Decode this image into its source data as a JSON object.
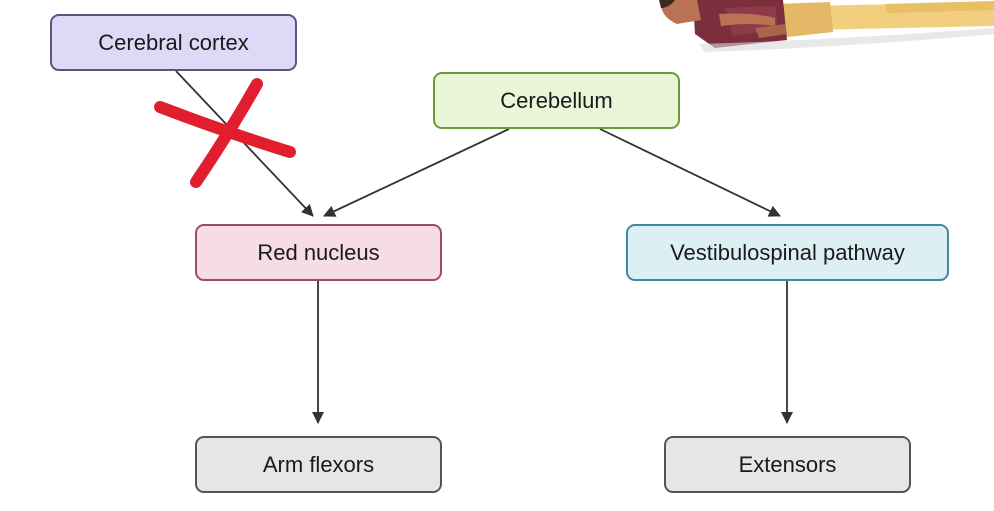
{
  "colors": {
    "edge": "#333333",
    "cross_out": "#e01e2e"
  },
  "icons": {
    "patient": "person-lying-supine-icon",
    "blocked": "red-x-cross-icon"
  },
  "nodes": {
    "cortex": {
      "label": "Cerebral cortex",
      "fill": "#dcdaf6",
      "stroke": "#5a5486"
    },
    "cerebellum": {
      "label": "Cerebellum",
      "fill": "#ebf5d8",
      "stroke": "#6b9a3a"
    },
    "red_nucleus": {
      "label": "Red nucleus",
      "fill": "#f5dce6",
      "stroke": "#9a4d6a"
    },
    "vestibulo": {
      "label": "Vestibulospinal pathway",
      "fill": "#dcf0f4",
      "stroke": "#3f8aa0"
    },
    "arm": {
      "label": "Arm flexors",
      "fill": "#e6e6e6",
      "stroke": "#555555"
    },
    "extensors": {
      "label": "Extensors",
      "fill": "#e6e6e6",
      "stroke": "#555555"
    }
  },
  "edges": [
    {
      "from": "cortex",
      "to": "red_nucleus",
      "blocked": true
    },
    {
      "from": "cerebellum",
      "to": "red_nucleus",
      "blocked": false
    },
    {
      "from": "cerebellum",
      "to": "vestibulo",
      "blocked": false
    },
    {
      "from": "red_nucleus",
      "to": "arm",
      "blocked": false
    },
    {
      "from": "vestibulo",
      "to": "extensors",
      "blocked": false
    }
  ]
}
